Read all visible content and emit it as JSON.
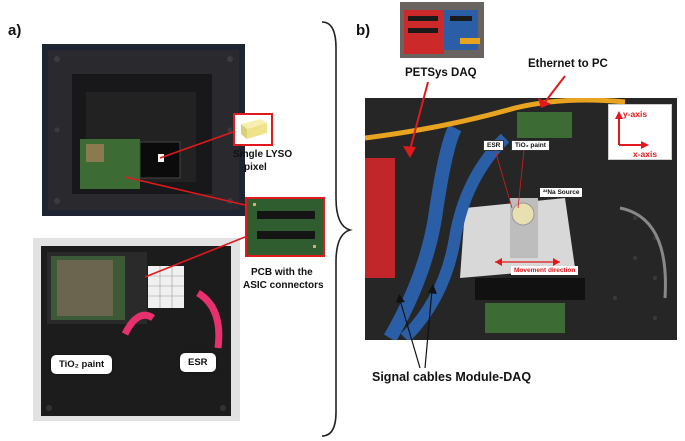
{
  "panel_a": {
    "letter": "a)",
    "top_photo": {
      "lyso_label_line1": "Single LYSO",
      "lyso_label_line2": "pixel",
      "pcb_label_line1": "PCB with the",
      "pcb_label_line2": "ASIC connectors"
    },
    "bottom_photo": {
      "tio2_label": "TiO₂ paint",
      "esr_label": "ESR"
    }
  },
  "panel_b": {
    "letter": "b)",
    "petsys_label": "PETSys DAQ",
    "ethernet_label": "Ethernet to PC",
    "esr_tag": "ESR",
    "tio2_tag": "TiO₂ paint",
    "source_label": "²²Na Source",
    "movement_label": "Movement direction",
    "y_axis_label": "y-axis",
    "x_axis_label": "x-axis",
    "cables_label": "Signal cables Module-DAQ"
  },
  "colors": {
    "accent_red": "#e0191c",
    "callout_pink": "#e8306e",
    "cable_blue": "#2a5fa8",
    "ethernet_yellow": "#e8a320"
  }
}
